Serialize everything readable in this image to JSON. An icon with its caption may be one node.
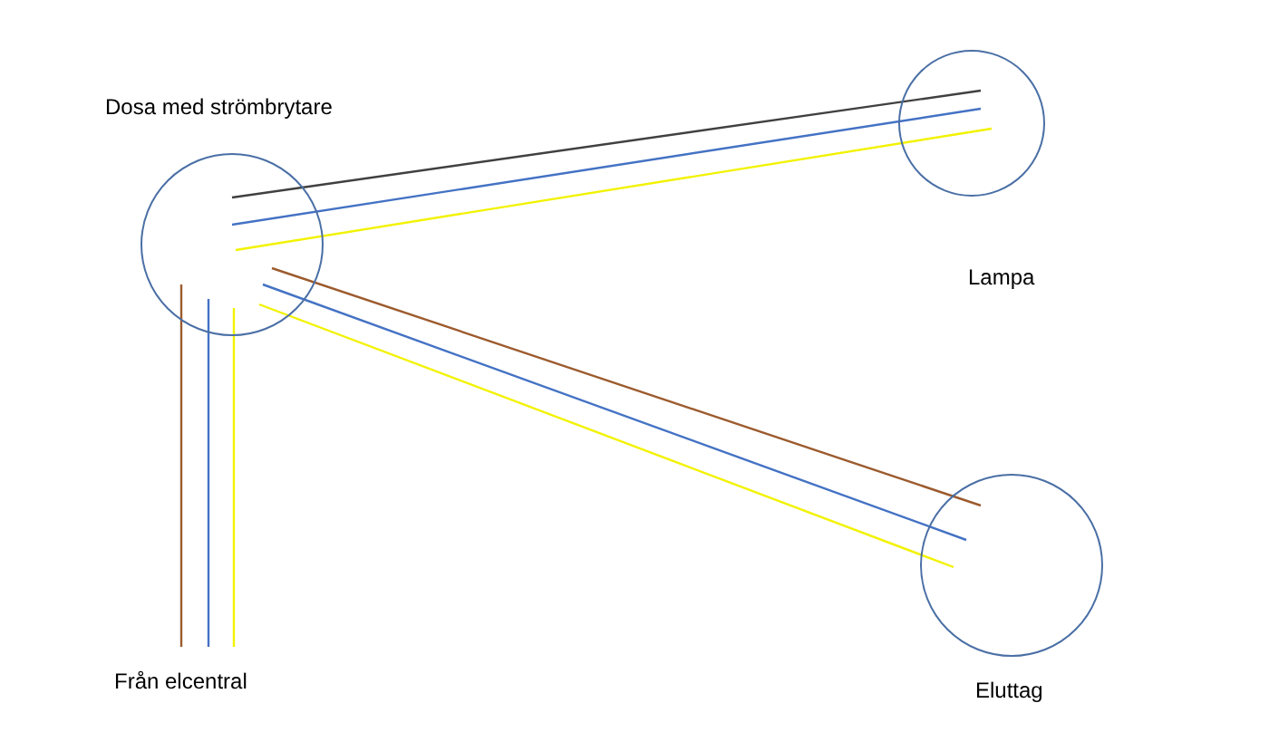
{
  "diagram": {
    "nodes": [
      {
        "text": [
          "Dosa med strömbrytare"
        ]
      },
      {
        "text": [
          "Lampa"
        ]
      },
      {
        "text": [
          "Eluttag"
        ]
      },
      {
        "text": [
          "Från elcentral"
        ]
      }
    ],
    "edges": [
      {
        "from": 0,
        "to": 1,
        "arrow": "none",
        "color": "#404040"
      },
      {
        "from": 0,
        "to": 1,
        "arrow": "none",
        "color": "#4472c4"
      },
      {
        "from": 0,
        "to": 1,
        "arrow": "none",
        "color": "#f2f200"
      },
      {
        "from": 0,
        "to": 2,
        "arrow": "none",
        "color": "#9c5b2e"
      },
      {
        "from": 0,
        "to": 2,
        "arrow": "none",
        "color": "#4472c4"
      },
      {
        "from": 0,
        "to": 2,
        "arrow": "none",
        "color": "#f2f200"
      },
      {
        "from": 3,
        "to": 0,
        "arrow": "none",
        "color": "#9c5b2e"
      },
      {
        "from": 3,
        "to": 0,
        "arrow": "none",
        "color": "#4472c4"
      },
      {
        "from": 3,
        "to": 0,
        "arrow": "none",
        "color": "#f2f200"
      }
    ]
  }
}
